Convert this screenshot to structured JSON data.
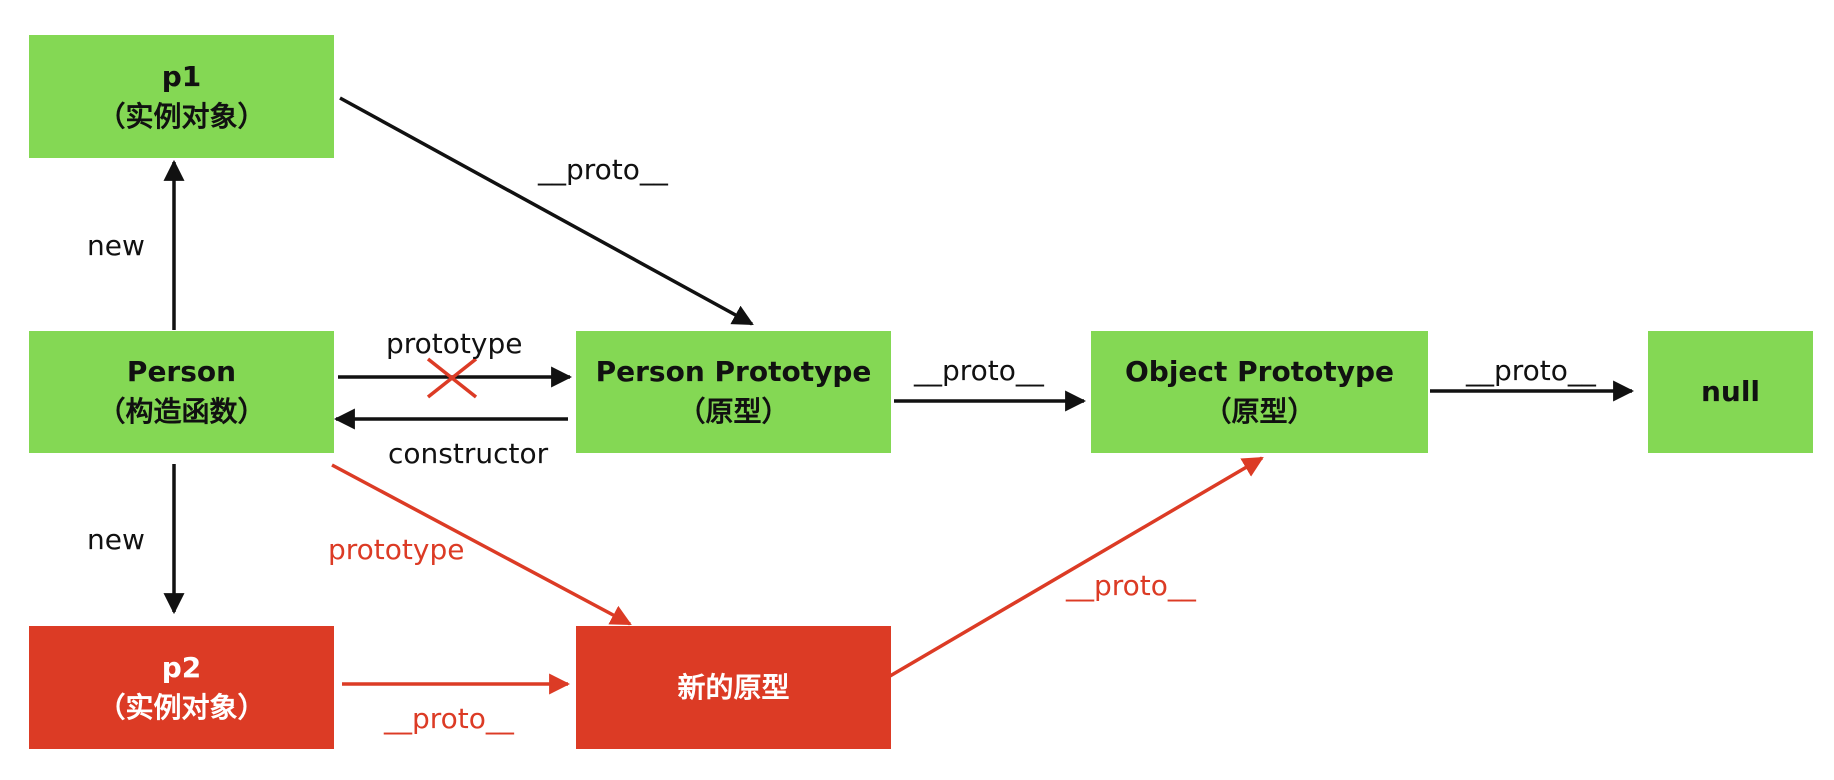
{
  "colors": {
    "node_green": "#84d854",
    "node_red": "#dc3b25",
    "edge_black": "#111111",
    "edge_red": "#dc3b25"
  },
  "nodes": {
    "p1": {
      "line1": "p1",
      "line2": "（实例对象）"
    },
    "person": {
      "line1": "Person",
      "line2": "（构造函数）"
    },
    "person_prototype": {
      "line1": "Person Prototype",
      "line2": "（原型）"
    },
    "object_prototype": {
      "line1": "Object Prototype",
      "line2": "（原型）"
    },
    "null": {
      "line1": "null"
    },
    "p2": {
      "line1": "p2",
      "line2": "（实例对象）"
    },
    "new_prototype": {
      "line1": "新的原型"
    }
  },
  "edges": {
    "p1_to_person_prototype": "__proto__",
    "person_to_p1": "new",
    "person_to_person_prototype": "prototype",
    "person_prototype_to_person": "constructor",
    "person_prototype_to_object_prototype": "__proto__",
    "object_prototype_to_null": "__proto__",
    "person_to_p2": "new",
    "person_to_new_prototype": "prototype",
    "p2_to_new_prototype": "__proto__",
    "new_prototype_to_object_prototype": "__proto__"
  }
}
